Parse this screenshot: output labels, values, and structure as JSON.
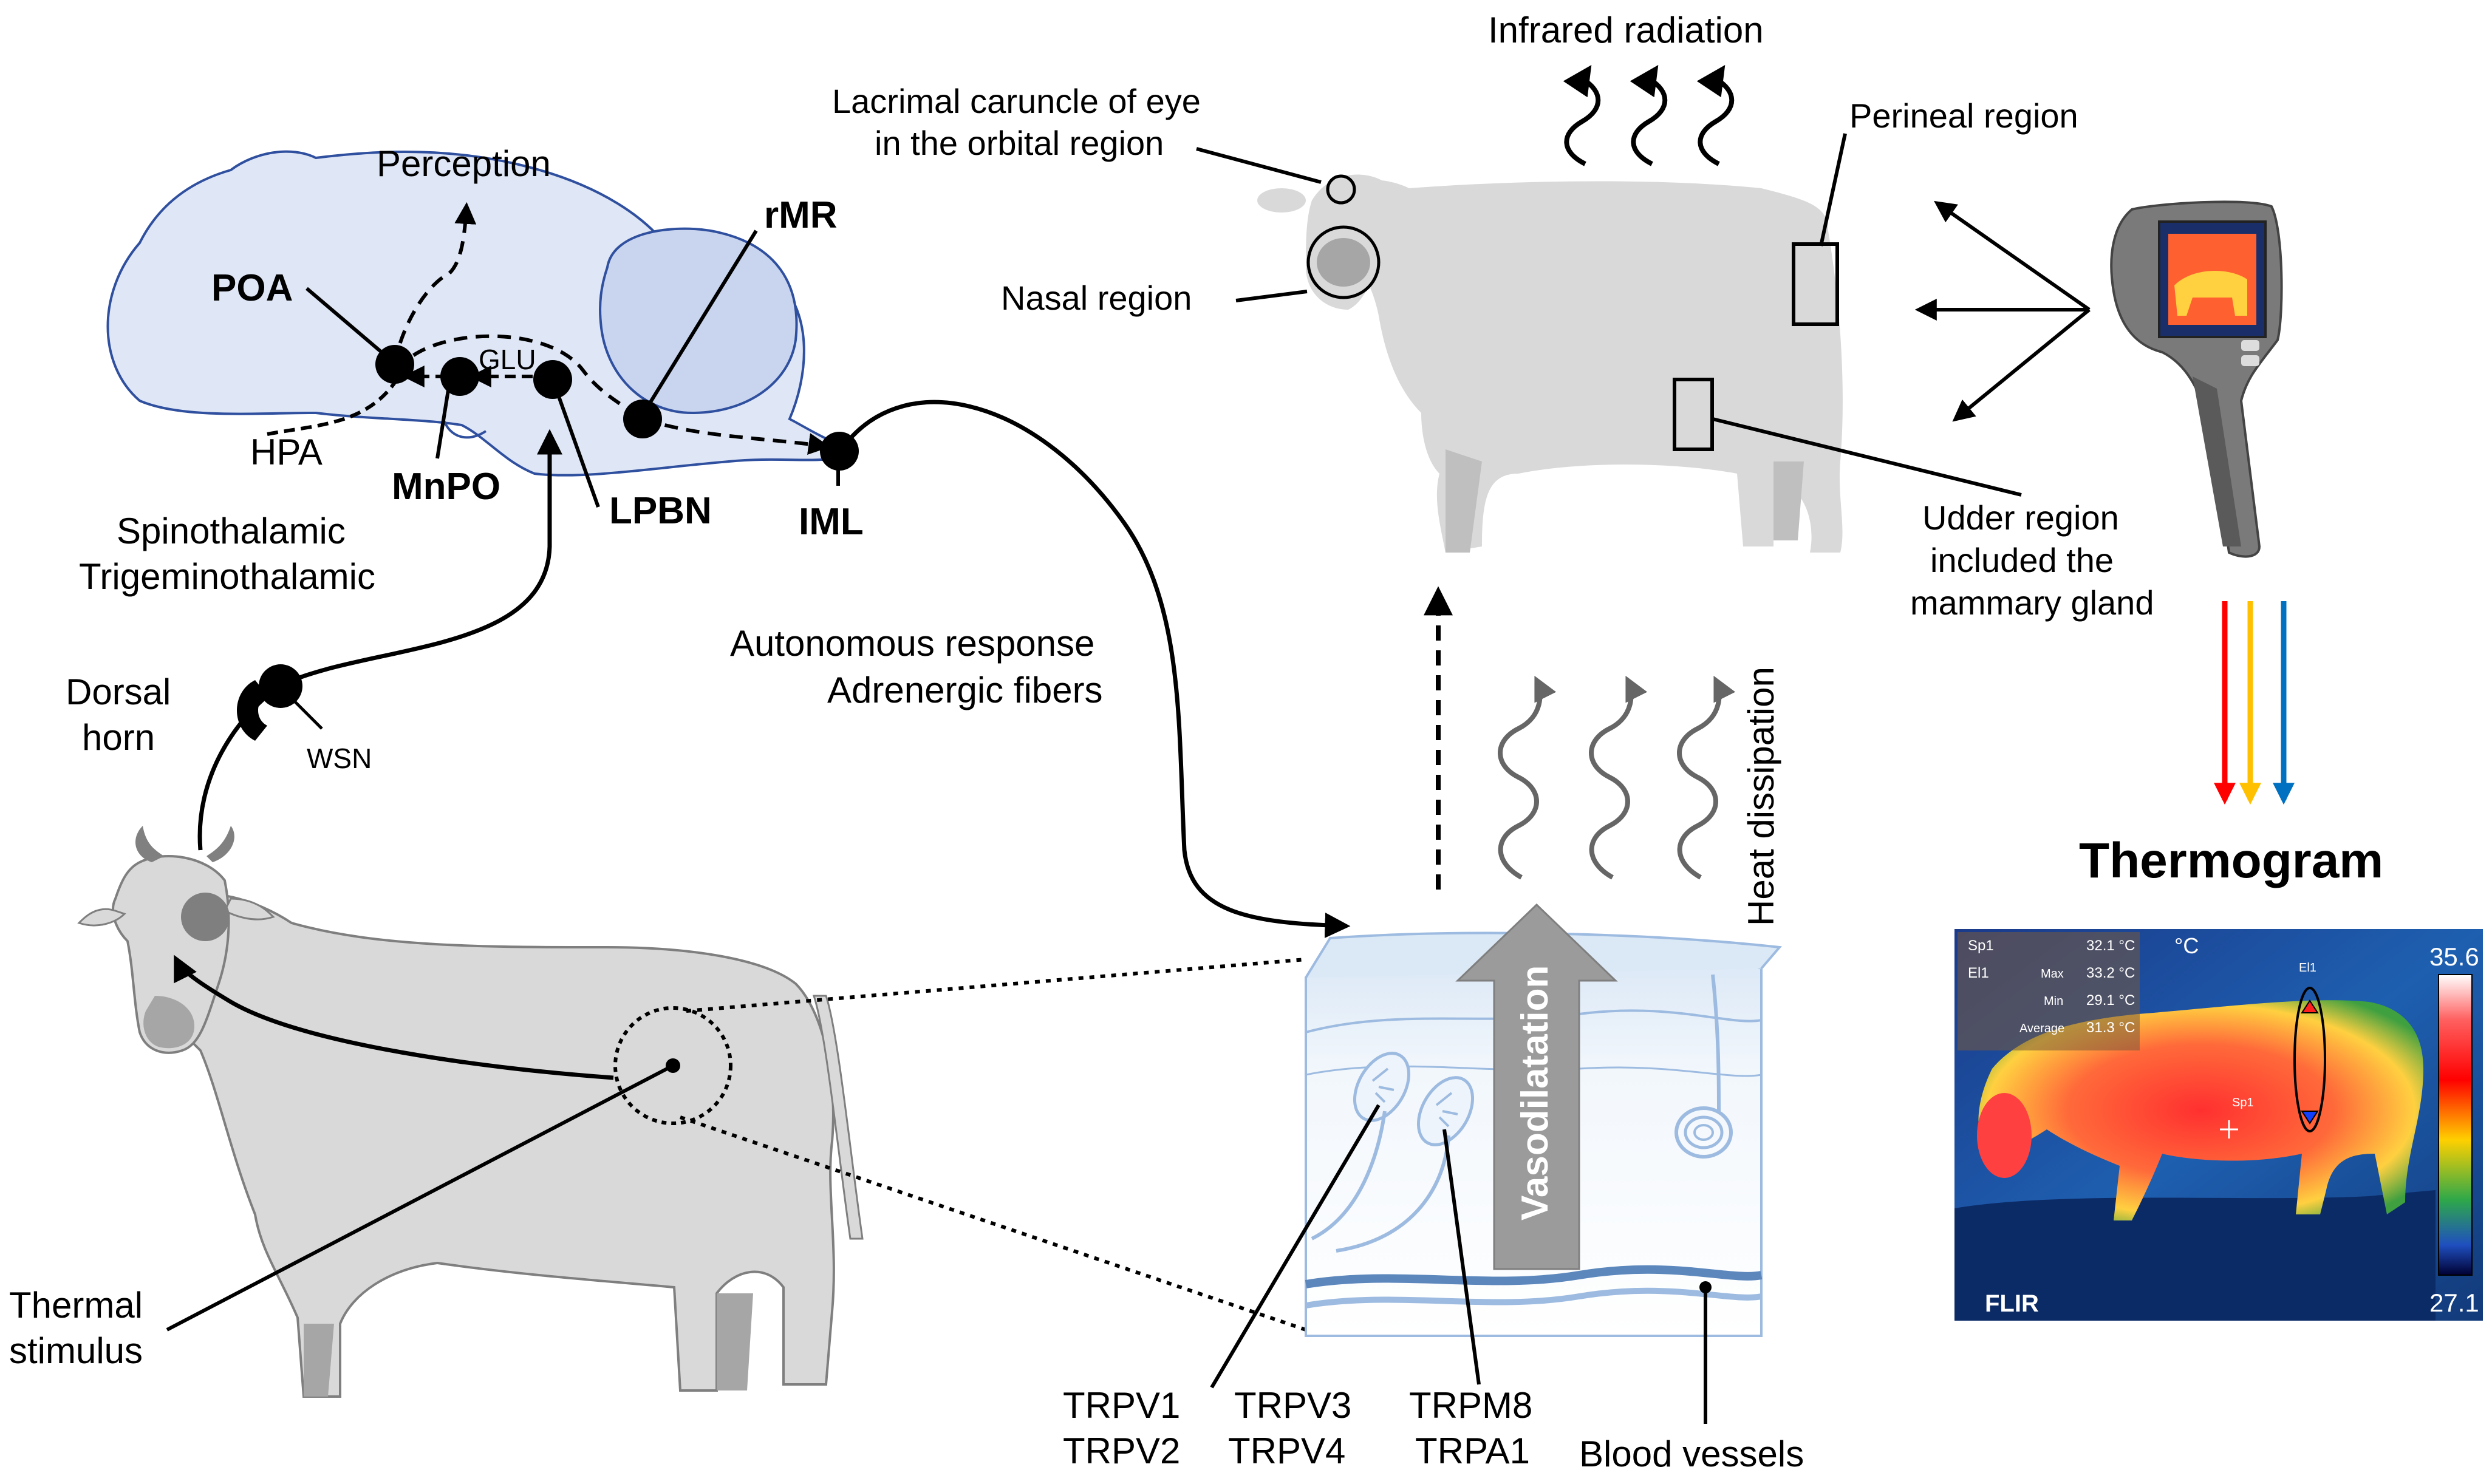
{
  "brain": {
    "perception": "Perception",
    "poa": "POA",
    "glu": "GLU",
    "rmr": "rMR",
    "hpa": "HPA",
    "mnpo": "MnPO",
    "lpbn": "LPBN",
    "iml": "IML"
  },
  "pathway": {
    "spinothalamic": "Spinothalamic",
    "trigeminothalamic": "Trigeminothalamic",
    "dorsal": "Dorsal",
    "horn": "horn",
    "wsn": "WSN",
    "thermal": "Thermal",
    "stimulus": "stimulus",
    "autonomous": "Autonomous response",
    "adrenergic": "Adrenergic fibers"
  },
  "skin": {
    "vasodilatation": "Vasodilatation",
    "heat_dissipation": "Heat dissipation",
    "trpv1": "TRPV1",
    "trpv2": "TRPV2",
    "trpv3": "TRPV3",
    "trpv4": "TRPV4",
    "trpm8": "TRPM8",
    "trpa1": "TRPA1",
    "blood_vessels": "Blood vessels"
  },
  "thermo_regions": {
    "infrared": "Infrared radiation",
    "lacrimal_1": "Lacrimal caruncle of eye",
    "lacrimal_2": "in the orbital region",
    "perineal": "Perineal region",
    "nasal": "Nasal region",
    "udder_1": "Udder region",
    "udder_2": "included the",
    "udder_3": "mammary gland",
    "thermogram": "Thermogram"
  },
  "thermogram_image": {
    "sp1": "Sp1",
    "el1": "El1",
    "sp1_val": "32.1 °C",
    "max_label": "Max",
    "max_val": "33.2 °C",
    "min_label": "Min",
    "min_val": "29.1 °C",
    "avg_label": "Average",
    "avg_val": "31.3 °C",
    "unit": "°C",
    "scale_max": "35.6",
    "scale_min": "27.1",
    "el1_marker": "El1",
    "sp1_marker": "Sp1",
    "brand": "FLIR"
  },
  "colors": {
    "brain_fill": "#dfe6f5",
    "brain_stroke": "#2f4f9f",
    "cow_fill": "#d9d9d9",
    "cow_dark": "#b3b3b3",
    "skin_blue": "#9dbbe0",
    "arrow_red": "#ff0000",
    "arrow_orange": "#ffc000",
    "arrow_blue": "#0070c0"
  }
}
